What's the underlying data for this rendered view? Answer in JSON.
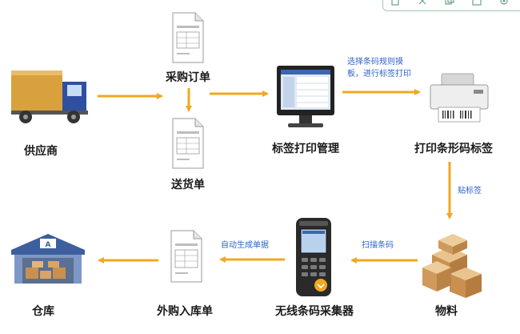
{
  "colors": {
    "arrow": "#f0a820",
    "node_text": "#1a1a1a",
    "edge_text": "#2f64c8",
    "toolbar_border": "#9fc9b0"
  },
  "nodes": {
    "supplier": "供应商",
    "purchase_order": "采购订单",
    "delivery_note": "送货单",
    "label_print_management": "标签打印管理",
    "barcode_label_printer": "打印条形码标签",
    "materials": "物料",
    "wireless_barcode_collector": "无线条码采集器",
    "external_receipt": "外购入库单",
    "warehouse": "仓库"
  },
  "edges": {
    "select_template": [
      "选择条码规则摸",
      "板，进行标签打印"
    ],
    "apply_label": "贴标签",
    "scan_barcode": "扫描条码",
    "auto_generate": "自动生成单据"
  },
  "icons": {
    "supplier": "delivery-truck-icon",
    "purchase_order": "document-form-icon",
    "delivery_note": "document-form-icon",
    "label_print_management": "computer-monitor-icon",
    "barcode_label_printer": "label-printer-icon",
    "materials": "cardboard-boxes-icon",
    "wireless_barcode_collector": "handheld-scanner-icon",
    "external_receipt": "document-form-icon",
    "warehouse": "warehouse-building-icon",
    "toolbar": [
      "document-icon",
      "expand-icon",
      "copy-icon",
      "window-icon",
      "settings-icon"
    ]
  }
}
